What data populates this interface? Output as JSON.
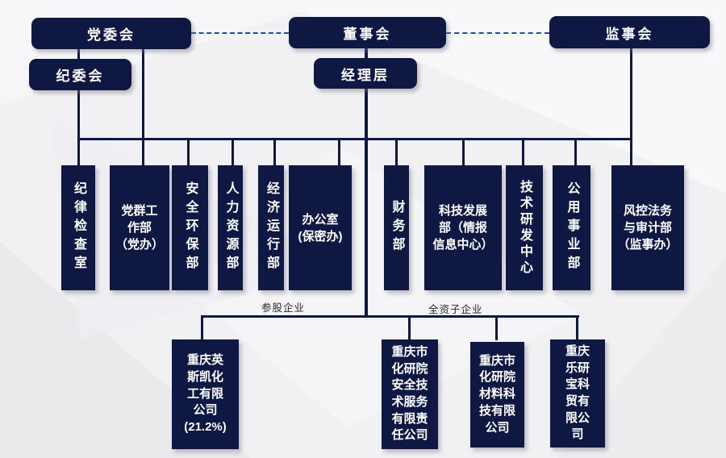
{
  "colors": {
    "box_fill": "#0e1843",
    "box_text": "#ffffff",
    "connector": "#0e1843",
    "dashed_connector": "#2b4a9b",
    "caption_text": "#262626",
    "background": "#f1f1f3"
  },
  "top_nodes": {
    "party_committee": "党委会",
    "discipline_committee": "纪委会",
    "board_of_directors": "董事会",
    "management_level": "经理层",
    "supervisory_board": "监事会"
  },
  "departments": [
    "纪律检查室",
    "党群工\n作部\n（党办）",
    "安全环保部",
    "人力资源部",
    "经济运行部",
    "办公室\n(保密办)",
    "财务部",
    "科技发展\n部（情报\n信息中心）",
    "技术研发中心",
    "公用事业部",
    "风控法务\n与审计部\n（监事办）"
  ],
  "subsidiary_groups": [
    {
      "caption": "参股企业",
      "companies": [
        "重庆英\n斯凯化\n工有限\n公司\n(21.2%)"
      ]
    },
    {
      "caption": "全资子企业",
      "companies": [
        "重庆市\n化研院\n安全技\n术服务\n有限责\n任公司",
        "重庆市\n化研院\n材料科\n技有限\n公司",
        "重庆\n乐研\n宝科\n贸有\n限公\n司"
      ]
    }
  ]
}
